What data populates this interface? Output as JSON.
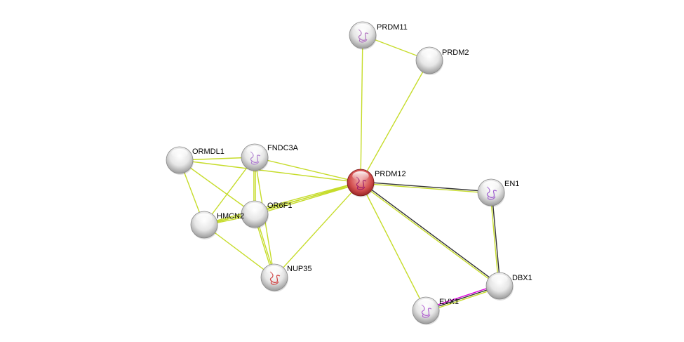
{
  "network": {
    "query_node": "PRDM12",
    "colors": {
      "textmining": "#c6dc2a",
      "coexpression": "#333333",
      "experiments": "#dd00dd",
      "query_node": "#d35050",
      "node": "#d8d8d8"
    },
    "nodes": [
      {
        "id": "PRDM11",
        "label": "PRDM11",
        "structure": true,
        "struct_color": "#b070c0"
      },
      {
        "id": "PRDM2",
        "label": "PRDM2",
        "structure": false
      },
      {
        "id": "PRDM12",
        "label": "PRDM12",
        "structure": true,
        "struct_color": "#a0206a",
        "query": true
      },
      {
        "id": "ORMDL1",
        "label": "ORMDL1",
        "structure": false
      },
      {
        "id": "FNDC3A",
        "label": "FNDC3A",
        "structure": true,
        "struct_color": "#b080d0"
      },
      {
        "id": "OR6F1",
        "label": "OR6F1",
        "structure": false
      },
      {
        "id": "HMCN2",
        "label": "HMCN2",
        "structure": false
      },
      {
        "id": "NUP35",
        "label": "NUP35",
        "structure": true,
        "struct_color": "#d04040"
      },
      {
        "id": "EN1",
        "label": "EN1",
        "structure": true,
        "struct_color": "#a060d0"
      },
      {
        "id": "DBX1",
        "label": "DBX1",
        "structure": false
      },
      {
        "id": "EVX1",
        "label": "EVX1",
        "structure": true,
        "struct_color": "#b060d0"
      }
    ],
    "edges": [
      {
        "a": "PRDM11",
        "b": "PRDM2",
        "types": [
          "textmining"
        ]
      },
      {
        "a": "PRDM11",
        "b": "PRDM12",
        "types": [
          "textmining"
        ]
      },
      {
        "a": "PRDM2",
        "b": "PRDM12",
        "types": [
          "textmining"
        ]
      },
      {
        "a": "ORMDL1",
        "b": "FNDC3A",
        "types": [
          "textmining"
        ]
      },
      {
        "a": "ORMDL1",
        "b": "PRDM12",
        "types": [
          "textmining"
        ]
      },
      {
        "a": "ORMDL1",
        "b": "HMCN2",
        "types": [
          "textmining"
        ]
      },
      {
        "a": "ORMDL1",
        "b": "OR6F1",
        "types": [
          "textmining"
        ]
      },
      {
        "a": "FNDC3A",
        "b": "PRDM12",
        "types": [
          "textmining"
        ]
      },
      {
        "a": "FNDC3A",
        "b": "HMCN2",
        "types": [
          "textmining"
        ]
      },
      {
        "a": "FNDC3A",
        "b": "OR6F1",
        "types": [
          "textmining",
          "textmining"
        ]
      },
      {
        "a": "FNDC3A",
        "b": "NUP35",
        "types": [
          "textmining"
        ]
      },
      {
        "a": "HMCN2",
        "b": "OR6F1",
        "types": [
          "textmining",
          "textmining"
        ]
      },
      {
        "a": "HMCN2",
        "b": "PRDM12",
        "types": [
          "textmining",
          "textmining"
        ]
      },
      {
        "a": "OR6F1",
        "b": "PRDM12",
        "types": [
          "textmining",
          "textmining"
        ]
      },
      {
        "a": "HMCN2",
        "b": "NUP35",
        "types": [
          "textmining"
        ]
      },
      {
        "a": "OR6F1",
        "b": "NUP35",
        "types": [
          "textmining",
          "textmining"
        ]
      },
      {
        "a": "NUP35",
        "b": "PRDM12",
        "types": [
          "textmining"
        ]
      },
      {
        "a": "PRDM12",
        "b": "EN1",
        "types": [
          "coexpression",
          "textmining"
        ]
      },
      {
        "a": "PRDM12",
        "b": "DBX1",
        "types": [
          "coexpression",
          "textmining"
        ]
      },
      {
        "a": "PRDM12",
        "b": "EVX1",
        "types": [
          "textmining"
        ]
      },
      {
        "a": "EN1",
        "b": "DBX1",
        "types": [
          "coexpression",
          "textmining"
        ]
      },
      {
        "a": "DBX1",
        "b": "EVX1",
        "types": [
          "textmining",
          "coexpression",
          "experiments"
        ]
      }
    ]
  }
}
